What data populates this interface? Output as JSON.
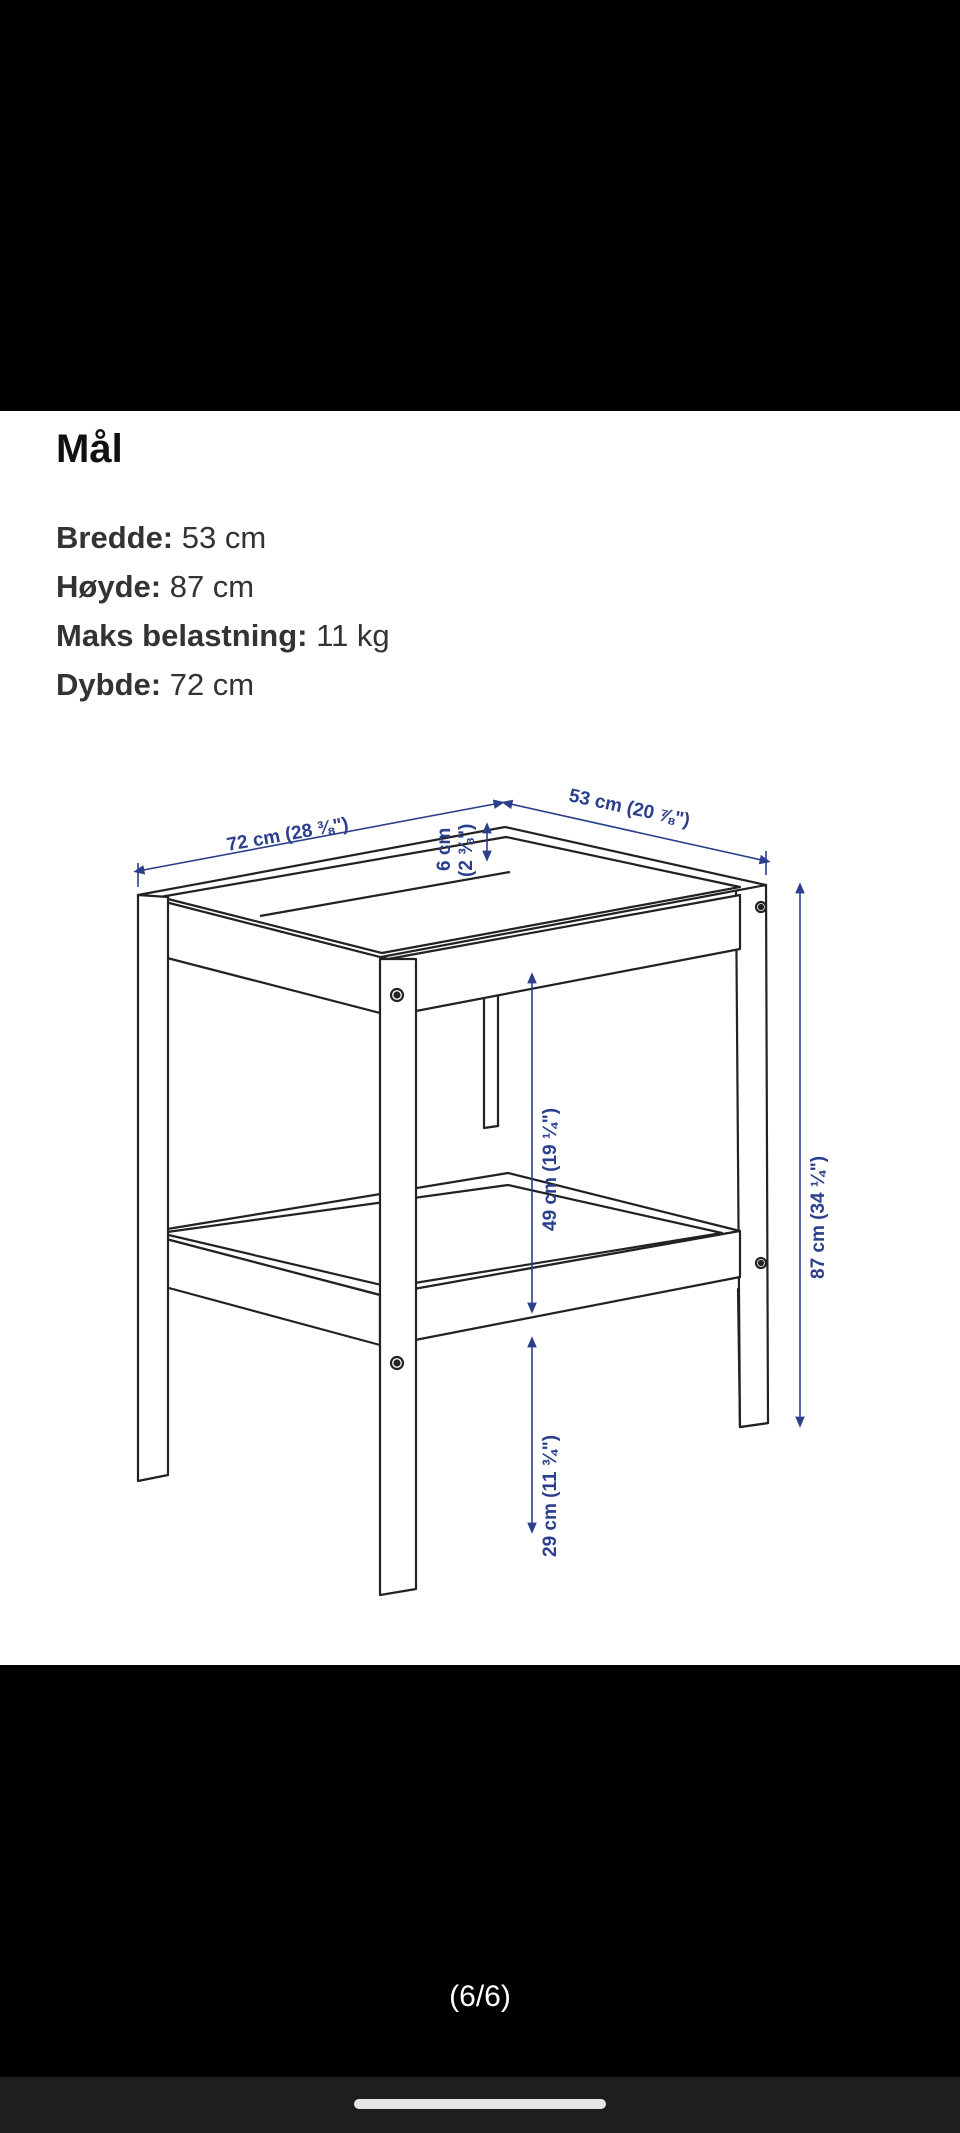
{
  "section": {
    "title": "Mål"
  },
  "specs": [
    {
      "label": "Bredde:",
      "value": "53 cm"
    },
    {
      "label": "Høyde:",
      "value": "87 cm"
    },
    {
      "label": "Maks belastning:",
      "value": "11 kg"
    },
    {
      "label": "Dybde:",
      "value": "72 cm"
    }
  ],
  "diagram": {
    "depth_label": "72 cm (28 ⅜\")",
    "width_label": "53 cm (20 ⅞\")",
    "rim_label_cm": "6 cm",
    "rim_label_in": "(2 ⅜\")",
    "shelf_gap_label": "49 cm (19 ¼\")",
    "total_height_label": "87 cm (34 ¼\")",
    "bottom_height_label": "29 cm (11 ¾\")",
    "dimension_color": "#2b3f8c",
    "line_color": "#222222"
  },
  "gallery": {
    "counter": "(6/6)"
  }
}
